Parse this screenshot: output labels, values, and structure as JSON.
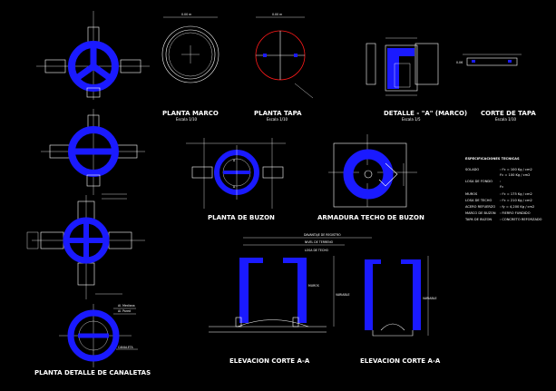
{
  "titles": {
    "planta_marco": "PLANTA MARCO",
    "planta_marco_scale": "Escala 1/10",
    "planta_tapa": "PLANTA TAPA",
    "planta_tapa_scale": "Escala 1/10",
    "detalle_a": "DETALLE - \"A\" (MARCO)",
    "detalle_a_scale": "Escala 1/5",
    "corte_tapa": "CORTE DE TAPA",
    "corte_tapa_scale": "Escala 1/10",
    "planta_buzon": "PLANTA DE BUZON",
    "armadura_techo": "ARMADURA TECHO DE BUZON",
    "elevacion_1": "ELEVACION CORTE A-A",
    "elevacion_2": "ELEVACION CORTE A-A",
    "planta_detalle": "PLANTA DETALLE DE CANALETAS"
  },
  "specs": {
    "header": "ESPECIFICACIONES TECNICAS",
    "rows": [
      {
        "label": "SOLADO",
        "value": ": f'c = 100 Kg / cm2"
      },
      {
        "label": "",
        "value": "f'c = 100 Kg / cm2"
      },
      {
        "label": "LOSA DE FONDO",
        "value": ":"
      },
      {
        "label": "",
        "value": "f'c"
      },
      {
        "label": "MUROS",
        "value": ": f'c = 175 Kg / cm2"
      },
      {
        "label": "LOSA DE TECHO",
        "value": ": f'c = 210 Kg / cm2"
      },
      {
        "label": "ACERO REFUERZO",
        "value": ": fy = 4,200 Kg / cm2"
      },
      {
        "label": "MARCO DE BUZON",
        "value": ": FIERRO FUNDIDO"
      },
      {
        "label": "TAPA DE BUZON",
        "value": ": CONCRETO REFORZADO"
      }
    ]
  },
  "labels": {
    "dim_marco": "0.00 m",
    "dim_tapa": "0.00 m",
    "corte_tapa_dim": "0.06",
    "planta_buzon_top": "A",
    "planta_buzon_bottom": "A",
    "elev_top_1": "DAVANTAJE DE REGISTRO",
    "elev_top_2": "NIVEL DE TERRENO",
    "elev_top_3": "LOSA DE TECHO",
    "elev_side": "MUROS",
    "elev_var": "VARIABLE",
    "elev2_side": "VARIABLE",
    "canal_note": "CANALETA",
    "canal_label_1": "Al. Mediana",
    "canal_label_2": "Al. Pared"
  },
  "colors": {
    "background": "#000000",
    "linework": "#ffffff",
    "concrete_fill": "#1a1aff",
    "highlight": "#ff1a1a"
  }
}
